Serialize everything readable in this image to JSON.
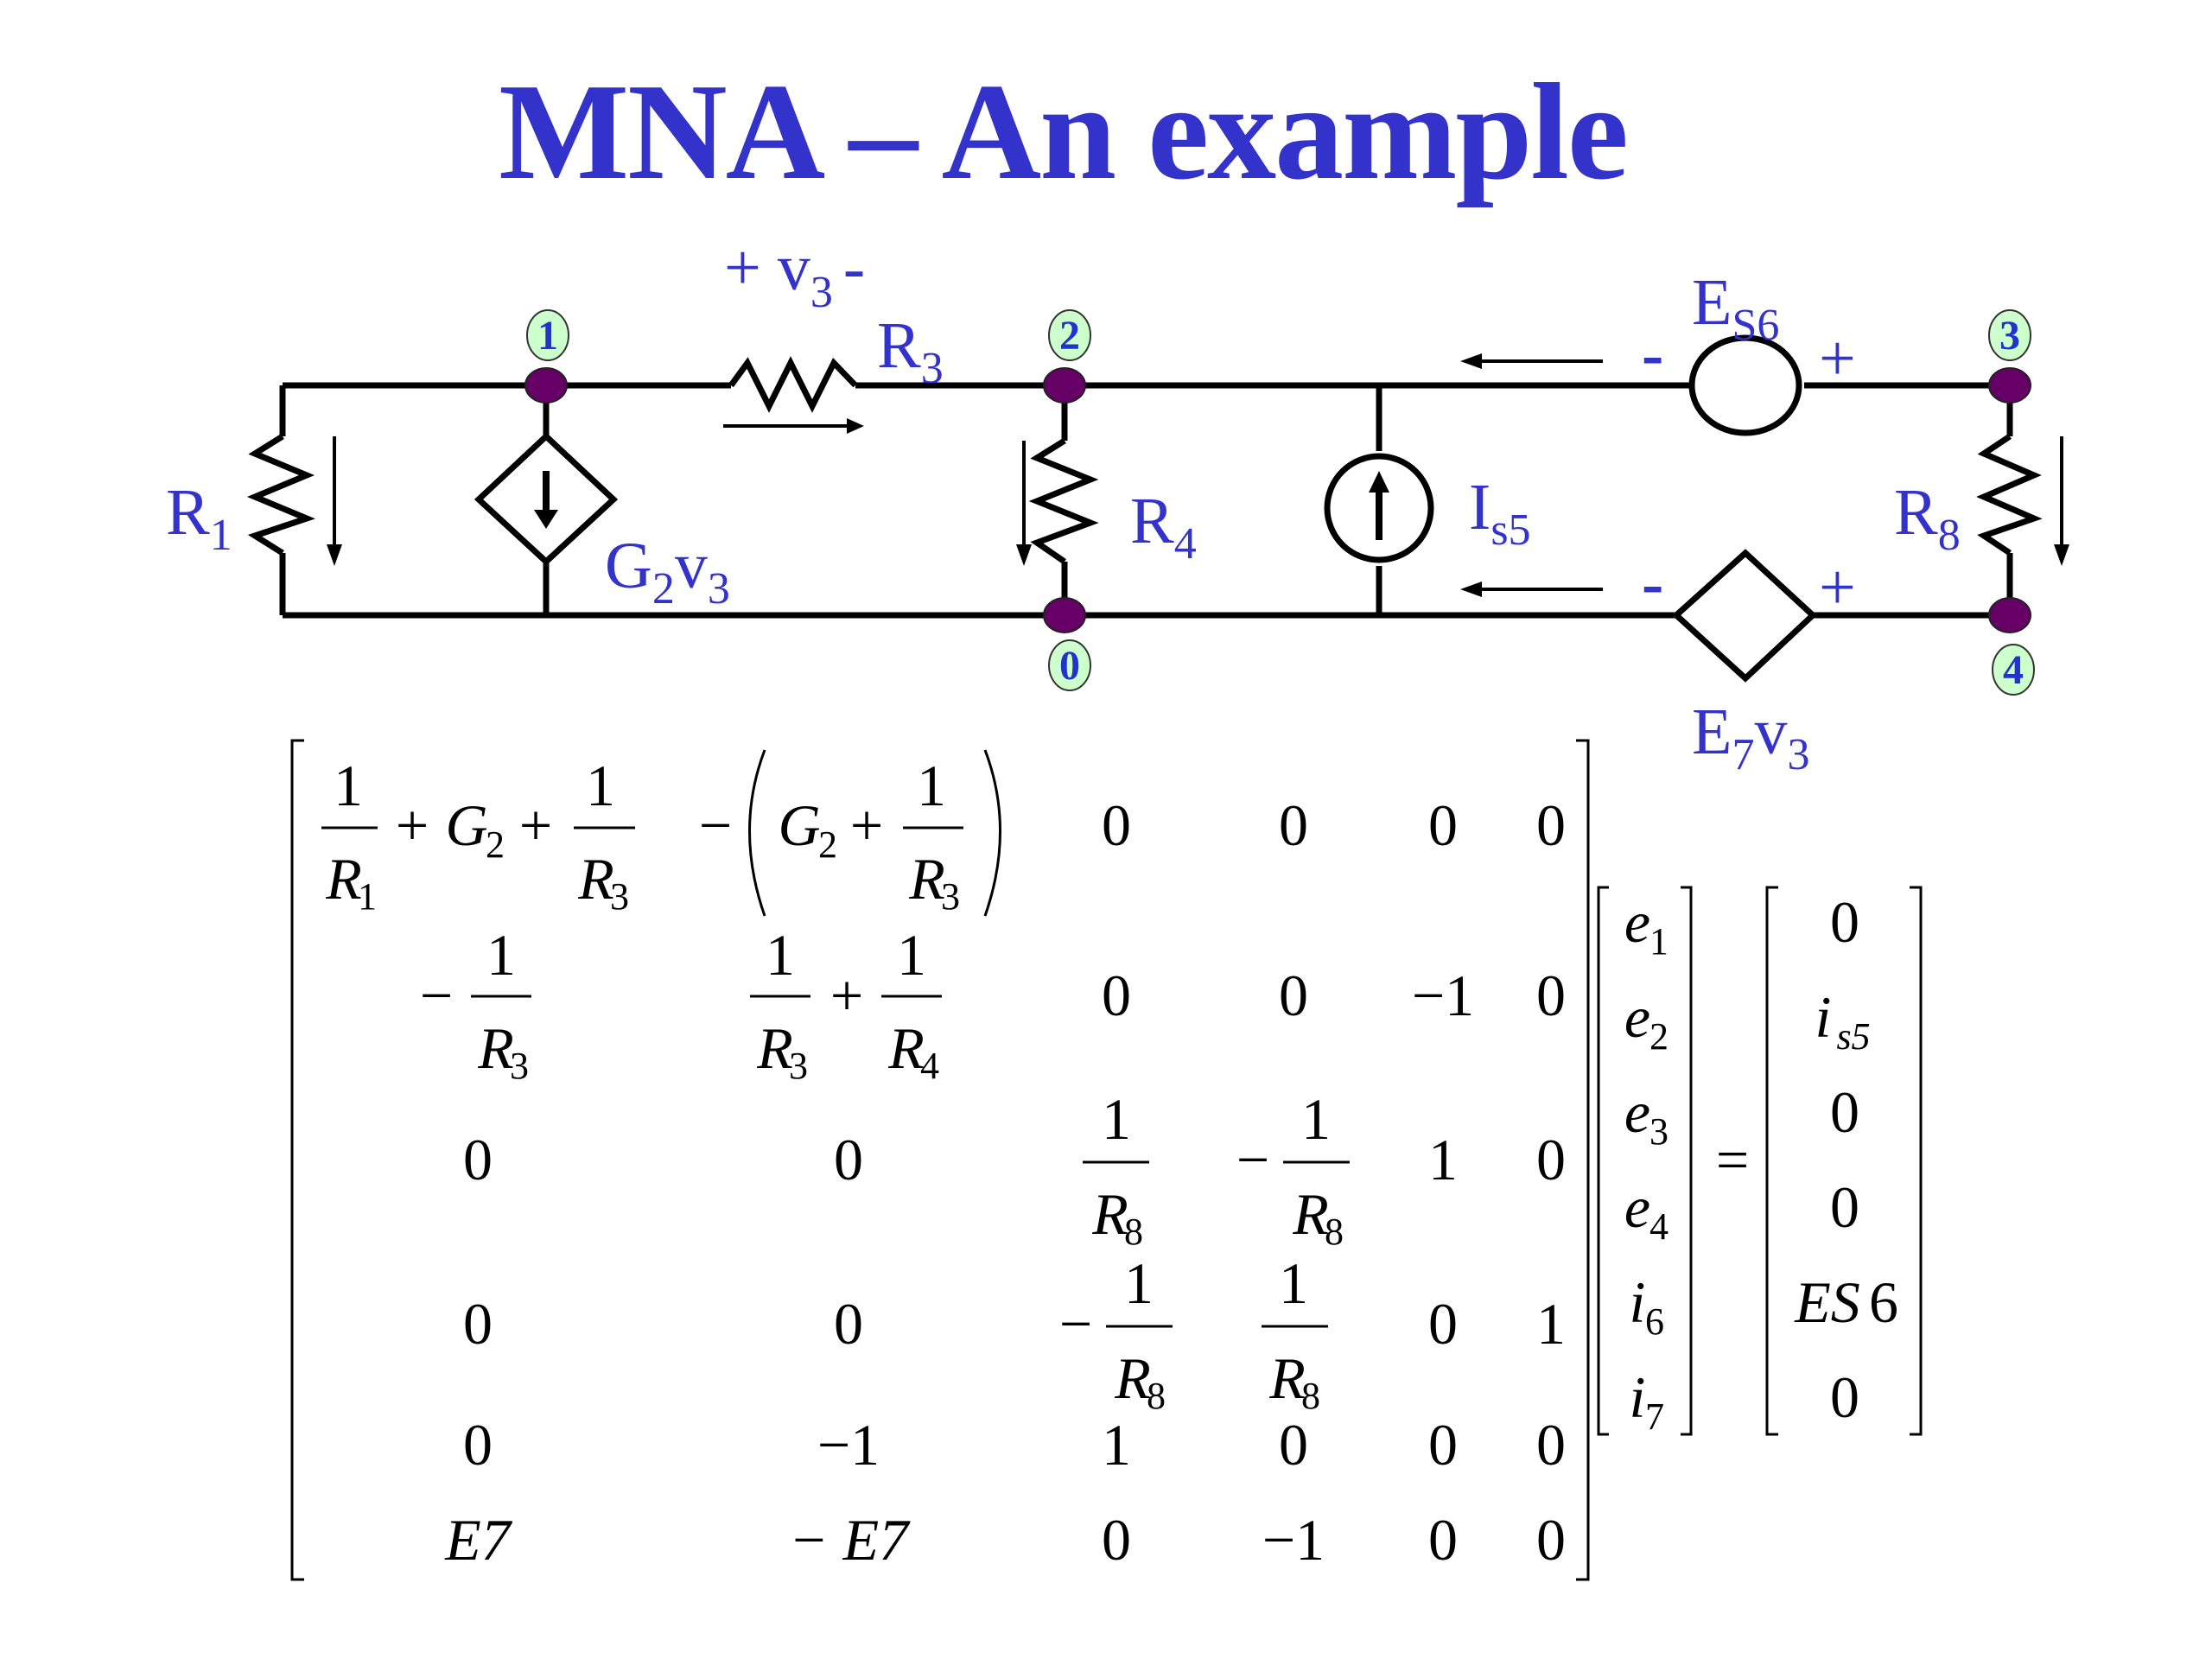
{
  "title": "MNA – An example",
  "colors": {
    "label": "#3333cc",
    "node_fill": "#660066",
    "node_label_bg": "#ccffcc",
    "wire": "#000000"
  },
  "circuit": {
    "nodes": [
      "1",
      "2",
      "3",
      "4",
      "0"
    ],
    "labels": {
      "v3_polarity": "+ v",
      "v3_sub": "3",
      "v3_minus": "-",
      "R1": "R",
      "R1_sub": "1",
      "R3": "R",
      "R3_sub": "3",
      "R4": "R",
      "R4_sub": "4",
      "R8": "R",
      "R8_sub": "8",
      "G2v3": "G",
      "G2v3_sub": "2",
      "G2v3_v": "v",
      "G2v3_vsub": "3",
      "Is5": "I",
      "Is5_sub": "s5",
      "Es6": "E",
      "Es6_sub": "S6",
      "E7v3": "E",
      "E7v3_sub": "7",
      "E7v3_v": "v",
      "E7v3_vsub": "3",
      "plus": "+",
      "minus": "-"
    }
  },
  "equation": {
    "matrix": [
      [
        "1/R1 + G2 + 1/R3",
        "-(G2 + 1/R3)",
        "0",
        "0",
        "0",
        "0"
      ],
      [
        "-1/R3",
        "1/R3 + 1/R4",
        "0",
        "0",
        "-1",
        "0"
      ],
      [
        "0",
        "0",
        "1/R8",
        "-1/R8",
        "1",
        "0"
      ],
      [
        "0",
        "0",
        "-1/R8",
        "1/R8",
        "0",
        "1"
      ],
      [
        "0",
        "-1",
        "1",
        "0",
        "0",
        "0"
      ],
      [
        "E7",
        "-E7",
        "0",
        "-1",
        "0",
        "0"
      ]
    ],
    "unknowns": [
      "e1",
      "e2",
      "e3",
      "e4",
      "i6",
      "i7"
    ],
    "rhs": [
      "0",
      "is5",
      "0",
      "0",
      "ES6",
      "0"
    ],
    "equals": "="
  },
  "text": {
    "one": "1",
    "zero": "0",
    "minus_one": "−1",
    "minus": "−",
    "plus": "+",
    "G": "G",
    "R": "R",
    "E7": "E7",
    "neg_E7": "− E7",
    "s1": "1",
    "s2": "2",
    "s3": "3",
    "s4": "4",
    "s8": "8",
    "e": "e",
    "i": "i",
    "s5": "s5",
    "ES": "ES",
    "six": "6",
    "seven": "7",
    "lparen": "(",
    "rparen": ")"
  }
}
